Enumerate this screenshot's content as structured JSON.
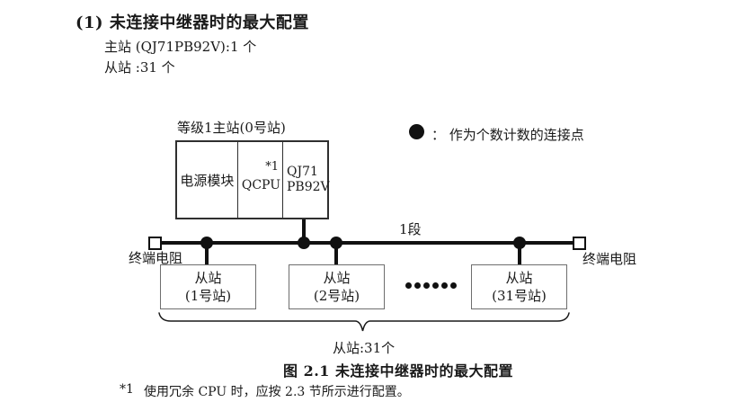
{
  "header": {
    "title": "(1) 未连接中继器时的最大配置",
    "master_count_line": "主站 (QJ71PB92V):1 个",
    "slave_count_line": "从站 :31 个"
  },
  "diagram": {
    "master_label": "等级1主站(0号站)",
    "master_cells": {
      "power": "电源模块",
      "cpu": "QCPU",
      "cpu_note": "*1",
      "pb_line1": "QJ71",
      "pb_line2": "PB92V"
    },
    "legend": {
      "text": "：  作为个数计数的连接点"
    },
    "segment_label": "1段",
    "terminator_left": "终端电阻",
    "terminator_right": "终端电阻",
    "slaves": [
      {
        "line1": "从站",
        "line2": "(1号站)"
      },
      {
        "line1": "从站",
        "line2": "(2号站)"
      },
      {
        "line1": "从站",
        "line2": "(31号站)"
      }
    ],
    "brace_label": "从站:31个"
  },
  "caption": "图 2.1 未连接中继器时的最大配置",
  "footnote": {
    "marker": "*1",
    "text": "使用冗余 CPU 时，应按 2.3 节所示进行配置。"
  },
  "colors": {
    "ink": "#1a1a1a",
    "bus": "#111111",
    "master_border": "#2f2f2f",
    "slave_border": "#6e6e6e"
  }
}
